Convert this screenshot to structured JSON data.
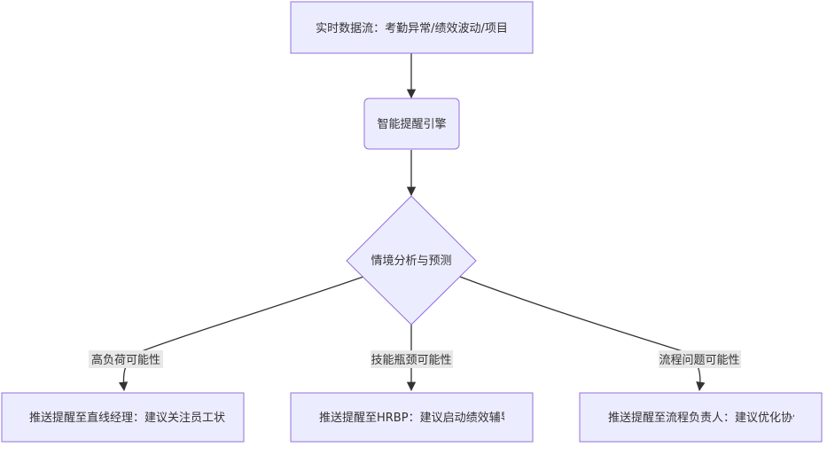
{
  "diagram": {
    "nodes": {
      "source": "实时数据流：考勤异常/绩效波动/项目",
      "engine": "智能提醒引擎",
      "decision": "情境分析与预测",
      "leaf_left": "推送提醒至直线经理：建议关注员工状",
      "leaf_center": "推送提醒至HRBP：建议启动绩效辅导流",
      "leaf_right": "推送提醒至流程负责人：建议优化协作"
    },
    "edges": {
      "left": "高负荷可能性",
      "center": "技能瓶颈可能性",
      "right": "流程问题可能性"
    },
    "colors": {
      "node_fill": "#ececff",
      "node_stroke": "#9370db",
      "edge": "#333333",
      "label_bg": "#e8e8e8"
    }
  }
}
